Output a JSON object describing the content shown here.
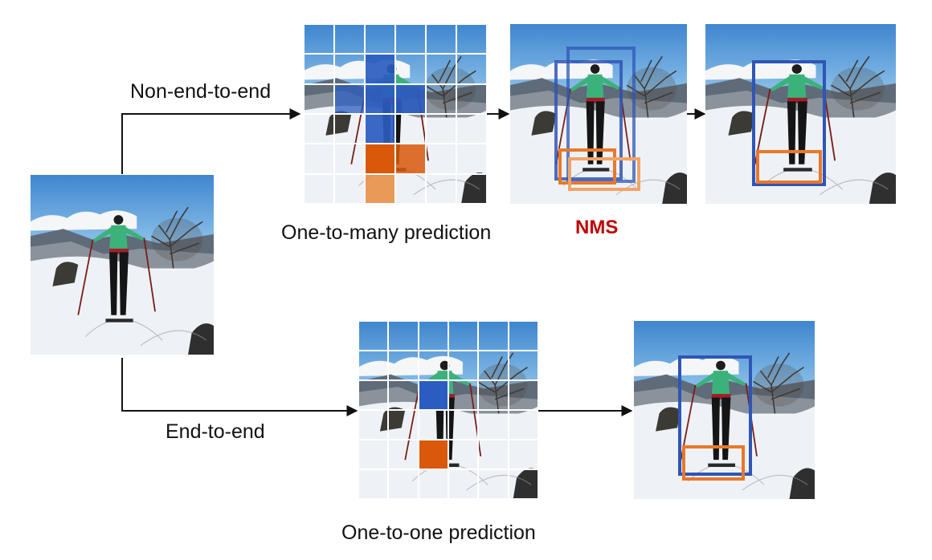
{
  "labels": {
    "non_end_to_end": "Non-end-to-end",
    "end_to_end": "End-to-end",
    "one_to_many": "One-to-many prediction",
    "one_to_one": "One-to-one prediction",
    "nms": "NMS"
  },
  "colors": {
    "nms_text": "#c00000",
    "person_box": "#2f55b5",
    "skis_box": "#e8782a",
    "person_cell": "#2b5cbf",
    "skis_cell": "#d9580a",
    "skis_cell_light": "#e88a3c",
    "arrow": "#111111"
  }
}
